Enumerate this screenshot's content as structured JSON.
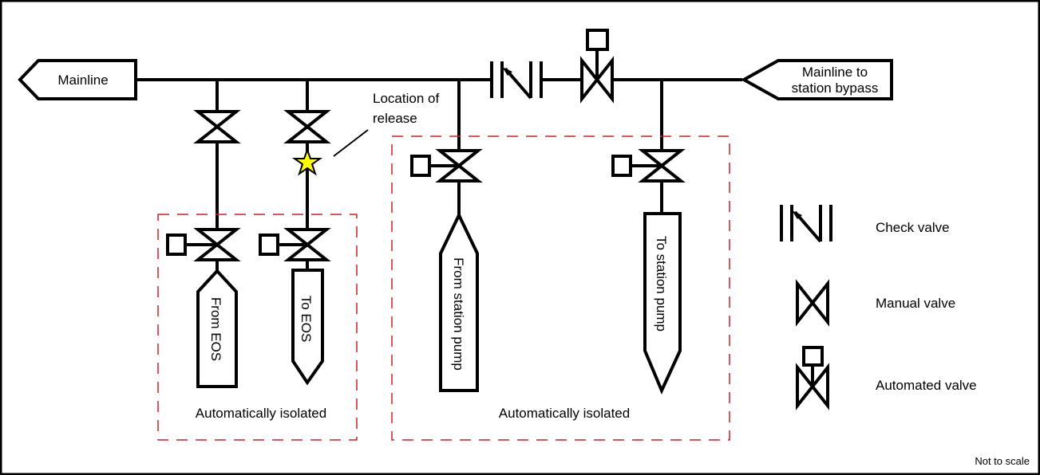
{
  "tags": {
    "mainline": "Mainline",
    "bypass_line1": "Mainline to",
    "bypass_line2": "station bypass",
    "from_eos": "From EOS",
    "to_eos": "To EOS",
    "from_pump": "From station pump",
    "to_pump": "To station pump"
  },
  "release": {
    "line1": "Location of",
    "line2": "release",
    "marker_color": "#ffff00"
  },
  "zones": {
    "left": "Automatically isolated",
    "right": "Automatically isolated",
    "border_color": "#c8202a"
  },
  "legend": {
    "check_valve": "Check valve",
    "manual_valve": "Manual valve",
    "automated_valve": "Automated valve"
  },
  "note": "Not to scale"
}
